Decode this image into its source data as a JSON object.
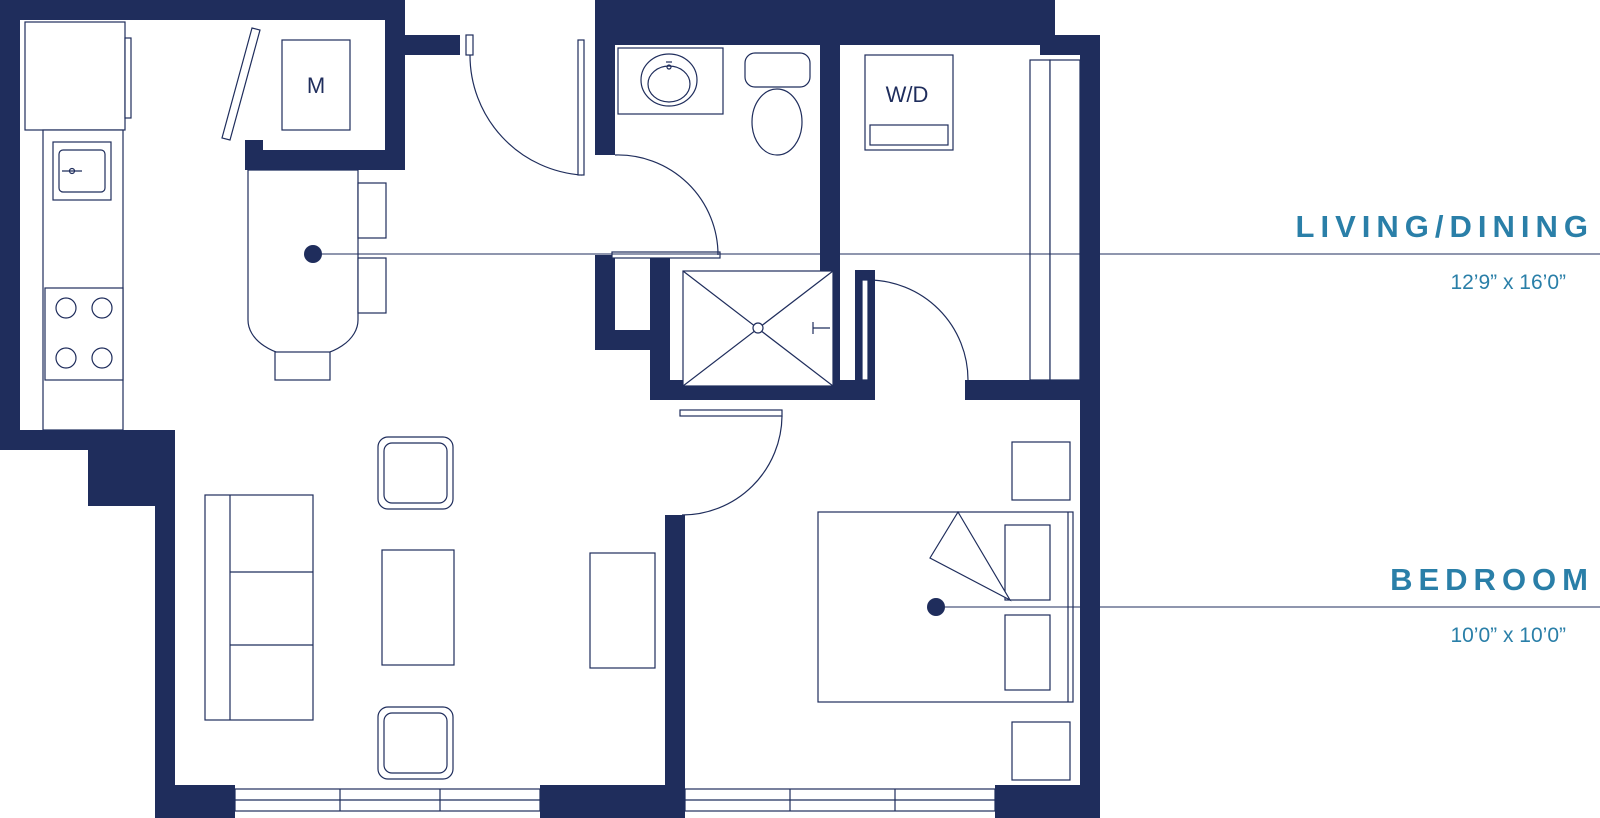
{
  "colors": {
    "wall": "#1f2d5c",
    "label": "#2a7fa8",
    "background": "#ffffff"
  },
  "fixtures": {
    "mechanical": "M",
    "washer_dryer": "W/D"
  },
  "rooms": {
    "living": {
      "title": "LIVING/DINING",
      "dims": "12’9” x 16’0”"
    },
    "bedroom": {
      "title": "BEDROOM",
      "dims": "10’0” x 10’0”"
    }
  }
}
